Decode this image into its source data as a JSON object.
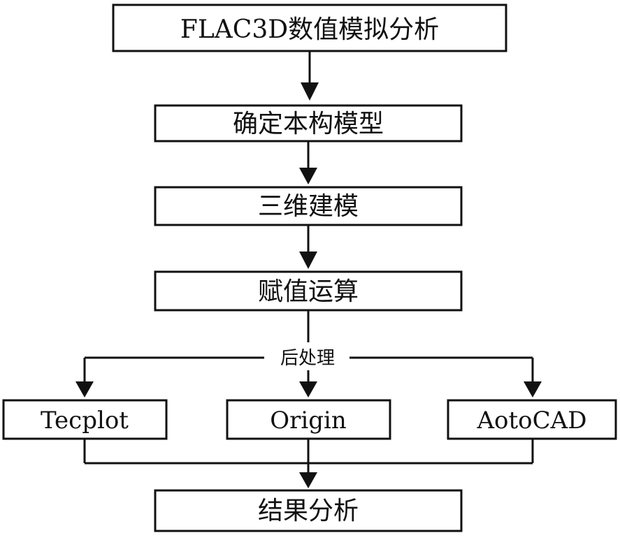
{
  "diagram": {
    "title": "FLAC3D数值模拟分析",
    "steps": [
      "确定本构模型",
      "三维建模",
      "赋值运算"
    ],
    "branch_label": "后处理",
    "tools": [
      "Tecplot",
      "Origin",
      "AotoCAD"
    ],
    "result": "结果分析"
  },
  "colors": {
    "stroke": "#111111",
    "background": "#ffffff"
  }
}
